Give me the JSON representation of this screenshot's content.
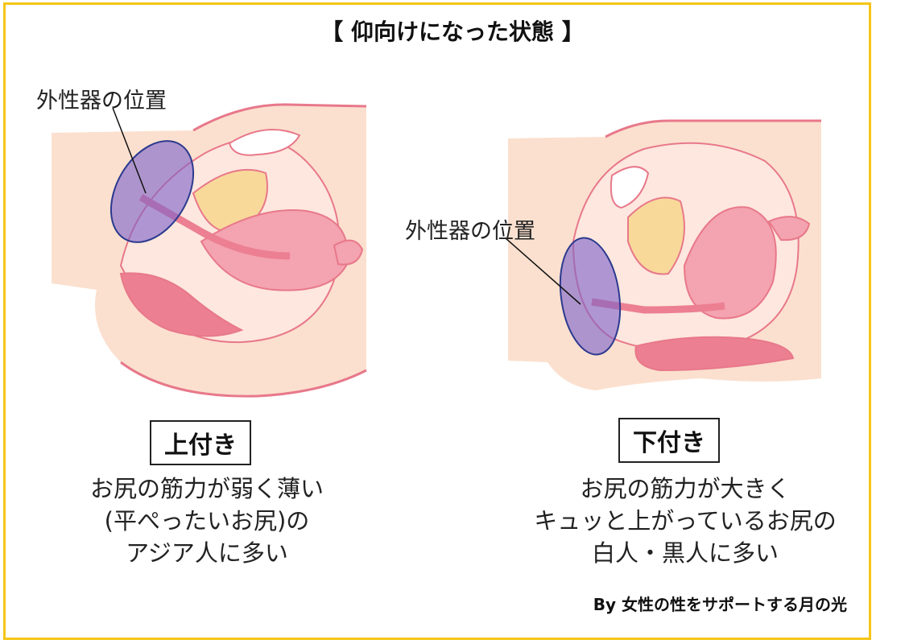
{
  "title": "【 仰向けになった状態 】",
  "left_panel": {
    "callout": "外性器の位置",
    "badge": "上付き",
    "description": [
      "お尻の筋力が弱く薄い",
      "(平ぺったいお尻)の",
      "アジア人に多い"
    ]
  },
  "right_panel": {
    "callout": "外性器の位置",
    "badge": "下付き",
    "description": [
      "お尻の筋力が大きく",
      "キュッと上がっているお尻の",
      "白人・黒人に多い"
    ]
  },
  "credit": "By 女性の性をサポートする月の光",
  "colors": {
    "frame": "#f5c518",
    "skin": "#fbe0cf",
    "outline": "#e8788a",
    "tissue_pink": "#f4a3b0",
    "tissue_dark": "#ec7f92",
    "yellow": "#f8d99a",
    "highlight_fill": "#7b61c9",
    "highlight_stroke": "#2b3a8f"
  }
}
